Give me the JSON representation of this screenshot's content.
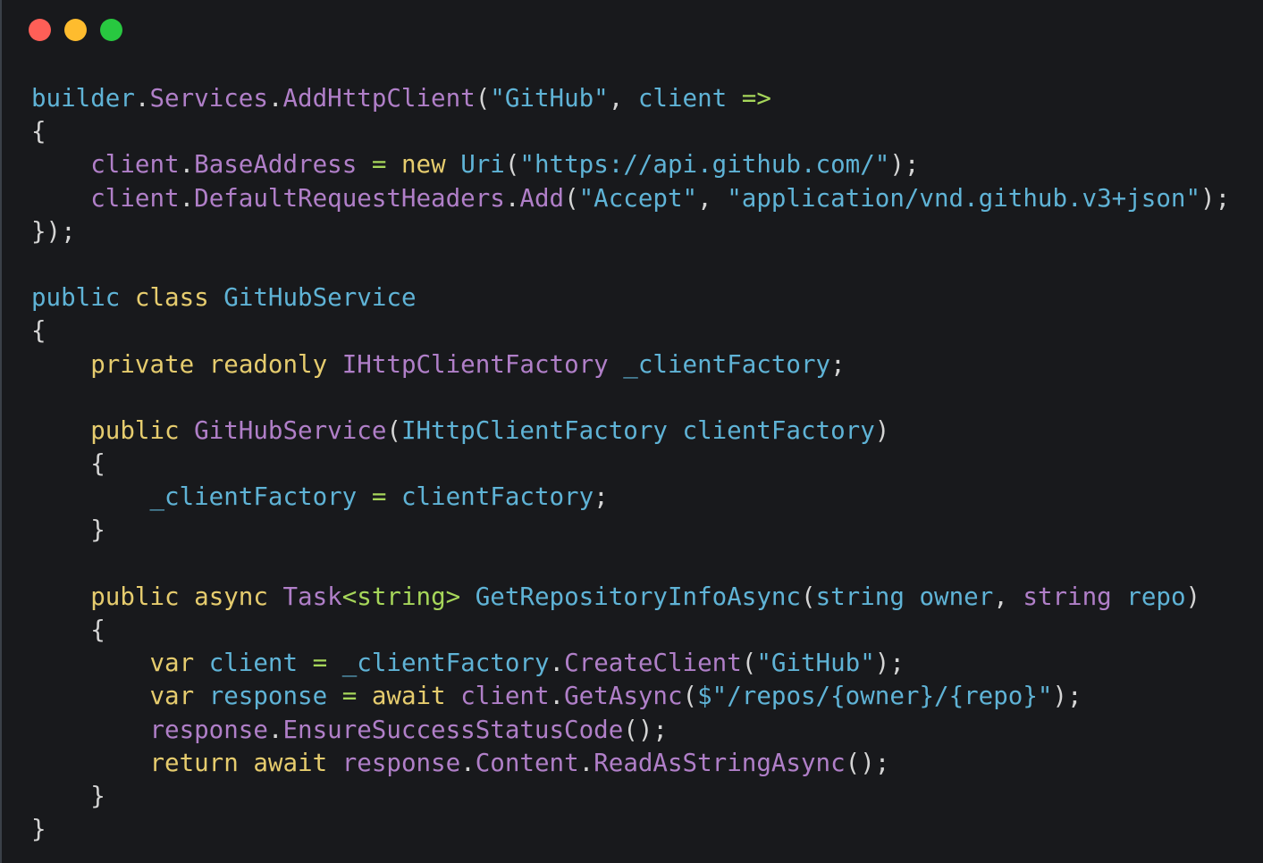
{
  "window": {
    "controls": [
      {
        "name": "close",
        "color": "#ff5f57"
      },
      {
        "name": "minimize",
        "color": "#febc2e"
      },
      {
        "name": "maximize",
        "color": "#28c840"
      }
    ],
    "background": "#18191c"
  },
  "colors": {
    "variable": "#5fb3d6",
    "member": "#b07fc8",
    "string": "#5fb3d6",
    "keyword": "#e6cc6e",
    "operator": "#a6d65a",
    "punctuation": "#d4d4d4"
  },
  "code": {
    "language": "C#",
    "lines": [
      [
        {
          "t": "builder",
          "k": "var"
        },
        {
          "t": ".",
          "k": "punct"
        },
        {
          "t": "Services",
          "k": "member"
        },
        {
          "t": ".",
          "k": "punct"
        },
        {
          "t": "AddHttpClient",
          "k": "member"
        },
        {
          "t": "(",
          "k": "punct"
        },
        {
          "t": "\"GitHub\"",
          "k": "string"
        },
        {
          "t": ", ",
          "k": "punct"
        },
        {
          "t": "client",
          "k": "var"
        },
        {
          "t": " ",
          "k": "plain"
        },
        {
          "t": "=>",
          "k": "operator"
        }
      ],
      [
        {
          "t": "{",
          "k": "punct"
        }
      ],
      [
        {
          "t": "    ",
          "k": "plain"
        },
        {
          "t": "client",
          "k": "member"
        },
        {
          "t": ".",
          "k": "punct"
        },
        {
          "t": "BaseAddress",
          "k": "member"
        },
        {
          "t": " ",
          "k": "plain"
        },
        {
          "t": "=",
          "k": "operator"
        },
        {
          "t": " ",
          "k": "plain"
        },
        {
          "t": "new",
          "k": "keyword"
        },
        {
          "t": " ",
          "k": "plain"
        },
        {
          "t": "Uri",
          "k": "type"
        },
        {
          "t": "(",
          "k": "punct"
        },
        {
          "t": "\"https://api.github.com/\"",
          "k": "string"
        },
        {
          "t": ");",
          "k": "punct"
        }
      ],
      [
        {
          "t": "    ",
          "k": "plain"
        },
        {
          "t": "client",
          "k": "member"
        },
        {
          "t": ".",
          "k": "punct"
        },
        {
          "t": "DefaultRequestHeaders",
          "k": "member"
        },
        {
          "t": ".",
          "k": "punct"
        },
        {
          "t": "Add",
          "k": "member"
        },
        {
          "t": "(",
          "k": "punct"
        },
        {
          "t": "\"Accept\"",
          "k": "string"
        },
        {
          "t": ", ",
          "k": "punct"
        },
        {
          "t": "\"application/vnd.github.v3+json\"",
          "k": "string"
        },
        {
          "t": ");",
          "k": "punct"
        }
      ],
      [
        {
          "t": "});",
          "k": "punct"
        }
      ],
      [],
      [
        {
          "t": "public",
          "k": "var"
        },
        {
          "t": " ",
          "k": "plain"
        },
        {
          "t": "class",
          "k": "keyword"
        },
        {
          "t": " ",
          "k": "plain"
        },
        {
          "t": "GitHubService",
          "k": "type"
        }
      ],
      [
        {
          "t": "{",
          "k": "punct"
        }
      ],
      [
        {
          "t": "    ",
          "k": "plain"
        },
        {
          "t": "private",
          "k": "keyword"
        },
        {
          "t": " ",
          "k": "plain"
        },
        {
          "t": "readonly",
          "k": "keyword"
        },
        {
          "t": " ",
          "k": "plain"
        },
        {
          "t": "IHttpClientFactory",
          "k": "member"
        },
        {
          "t": " ",
          "k": "plain"
        },
        {
          "t": "_clientFactory",
          "k": "var"
        },
        {
          "t": ";",
          "k": "punct"
        }
      ],
      [],
      [
        {
          "t": "    ",
          "k": "plain"
        },
        {
          "t": "public",
          "k": "keyword"
        },
        {
          "t": " ",
          "k": "plain"
        },
        {
          "t": "GitHubService",
          "k": "member"
        },
        {
          "t": "(",
          "k": "punct"
        },
        {
          "t": "IHttpClientFactory",
          "k": "type"
        },
        {
          "t": " ",
          "k": "plain"
        },
        {
          "t": "clientFactory",
          "k": "var"
        },
        {
          "t": ")",
          "k": "punct"
        }
      ],
      [
        {
          "t": "    {",
          "k": "punct"
        }
      ],
      [
        {
          "t": "        ",
          "k": "plain"
        },
        {
          "t": "_clientFactory",
          "k": "var"
        },
        {
          "t": " ",
          "k": "plain"
        },
        {
          "t": "=",
          "k": "operator"
        },
        {
          "t": " ",
          "k": "plain"
        },
        {
          "t": "clientFactory",
          "k": "var"
        },
        {
          "t": ";",
          "k": "punct"
        }
      ],
      [
        {
          "t": "    }",
          "k": "punct"
        }
      ],
      [],
      [
        {
          "t": "    ",
          "k": "plain"
        },
        {
          "t": "public",
          "k": "keyword"
        },
        {
          "t": " ",
          "k": "plain"
        },
        {
          "t": "async",
          "k": "keyword"
        },
        {
          "t": " ",
          "k": "plain"
        },
        {
          "t": "Task",
          "k": "member"
        },
        {
          "t": "<string>",
          "k": "operator"
        },
        {
          "t": " ",
          "k": "plain"
        },
        {
          "t": "GetRepositoryInfoAsync",
          "k": "type"
        },
        {
          "t": "(",
          "k": "punct"
        },
        {
          "t": "string",
          "k": "var"
        },
        {
          "t": " ",
          "k": "plain"
        },
        {
          "t": "owner",
          "k": "var"
        },
        {
          "t": ", ",
          "k": "punct"
        },
        {
          "t": "string",
          "k": "member"
        },
        {
          "t": " ",
          "k": "plain"
        },
        {
          "t": "repo",
          "k": "var"
        },
        {
          "t": ")",
          "k": "punct"
        }
      ],
      [
        {
          "t": "    {",
          "k": "punct"
        }
      ],
      [
        {
          "t": "        ",
          "k": "plain"
        },
        {
          "t": "var",
          "k": "keyword"
        },
        {
          "t": " ",
          "k": "plain"
        },
        {
          "t": "client",
          "k": "var"
        },
        {
          "t": " ",
          "k": "plain"
        },
        {
          "t": "=",
          "k": "operator"
        },
        {
          "t": " ",
          "k": "plain"
        },
        {
          "t": "_clientFactory",
          "k": "var"
        },
        {
          "t": ".",
          "k": "punct"
        },
        {
          "t": "CreateClient",
          "k": "member"
        },
        {
          "t": "(",
          "k": "punct"
        },
        {
          "t": "\"GitHub\"",
          "k": "string"
        },
        {
          "t": ");",
          "k": "punct"
        }
      ],
      [
        {
          "t": "        ",
          "k": "plain"
        },
        {
          "t": "var",
          "k": "keyword"
        },
        {
          "t": " ",
          "k": "plain"
        },
        {
          "t": "response",
          "k": "var"
        },
        {
          "t": " ",
          "k": "plain"
        },
        {
          "t": "=",
          "k": "operator"
        },
        {
          "t": " ",
          "k": "plain"
        },
        {
          "t": "await",
          "k": "keyword"
        },
        {
          "t": " ",
          "k": "plain"
        },
        {
          "t": "client",
          "k": "member"
        },
        {
          "t": ".",
          "k": "punct"
        },
        {
          "t": "GetAsync",
          "k": "member"
        },
        {
          "t": "(",
          "k": "punct"
        },
        {
          "t": "$\"/repos/{owner}/{repo}\"",
          "k": "string"
        },
        {
          "t": ");",
          "k": "punct"
        }
      ],
      [
        {
          "t": "        ",
          "k": "plain"
        },
        {
          "t": "response",
          "k": "member"
        },
        {
          "t": ".",
          "k": "punct"
        },
        {
          "t": "EnsureSuccessStatusCode",
          "k": "member"
        },
        {
          "t": "();",
          "k": "punct"
        }
      ],
      [
        {
          "t": "        ",
          "k": "plain"
        },
        {
          "t": "return",
          "k": "keyword"
        },
        {
          "t": " ",
          "k": "plain"
        },
        {
          "t": "await",
          "k": "keyword"
        },
        {
          "t": " ",
          "k": "plain"
        },
        {
          "t": "response",
          "k": "member"
        },
        {
          "t": ".",
          "k": "punct"
        },
        {
          "t": "Content",
          "k": "member"
        },
        {
          "t": ".",
          "k": "punct"
        },
        {
          "t": "ReadAsStringAsync",
          "k": "member"
        },
        {
          "t": "();",
          "k": "punct"
        }
      ],
      [
        {
          "t": "    }",
          "k": "punct"
        }
      ],
      [
        {
          "t": "}",
          "k": "punct"
        }
      ]
    ]
  }
}
